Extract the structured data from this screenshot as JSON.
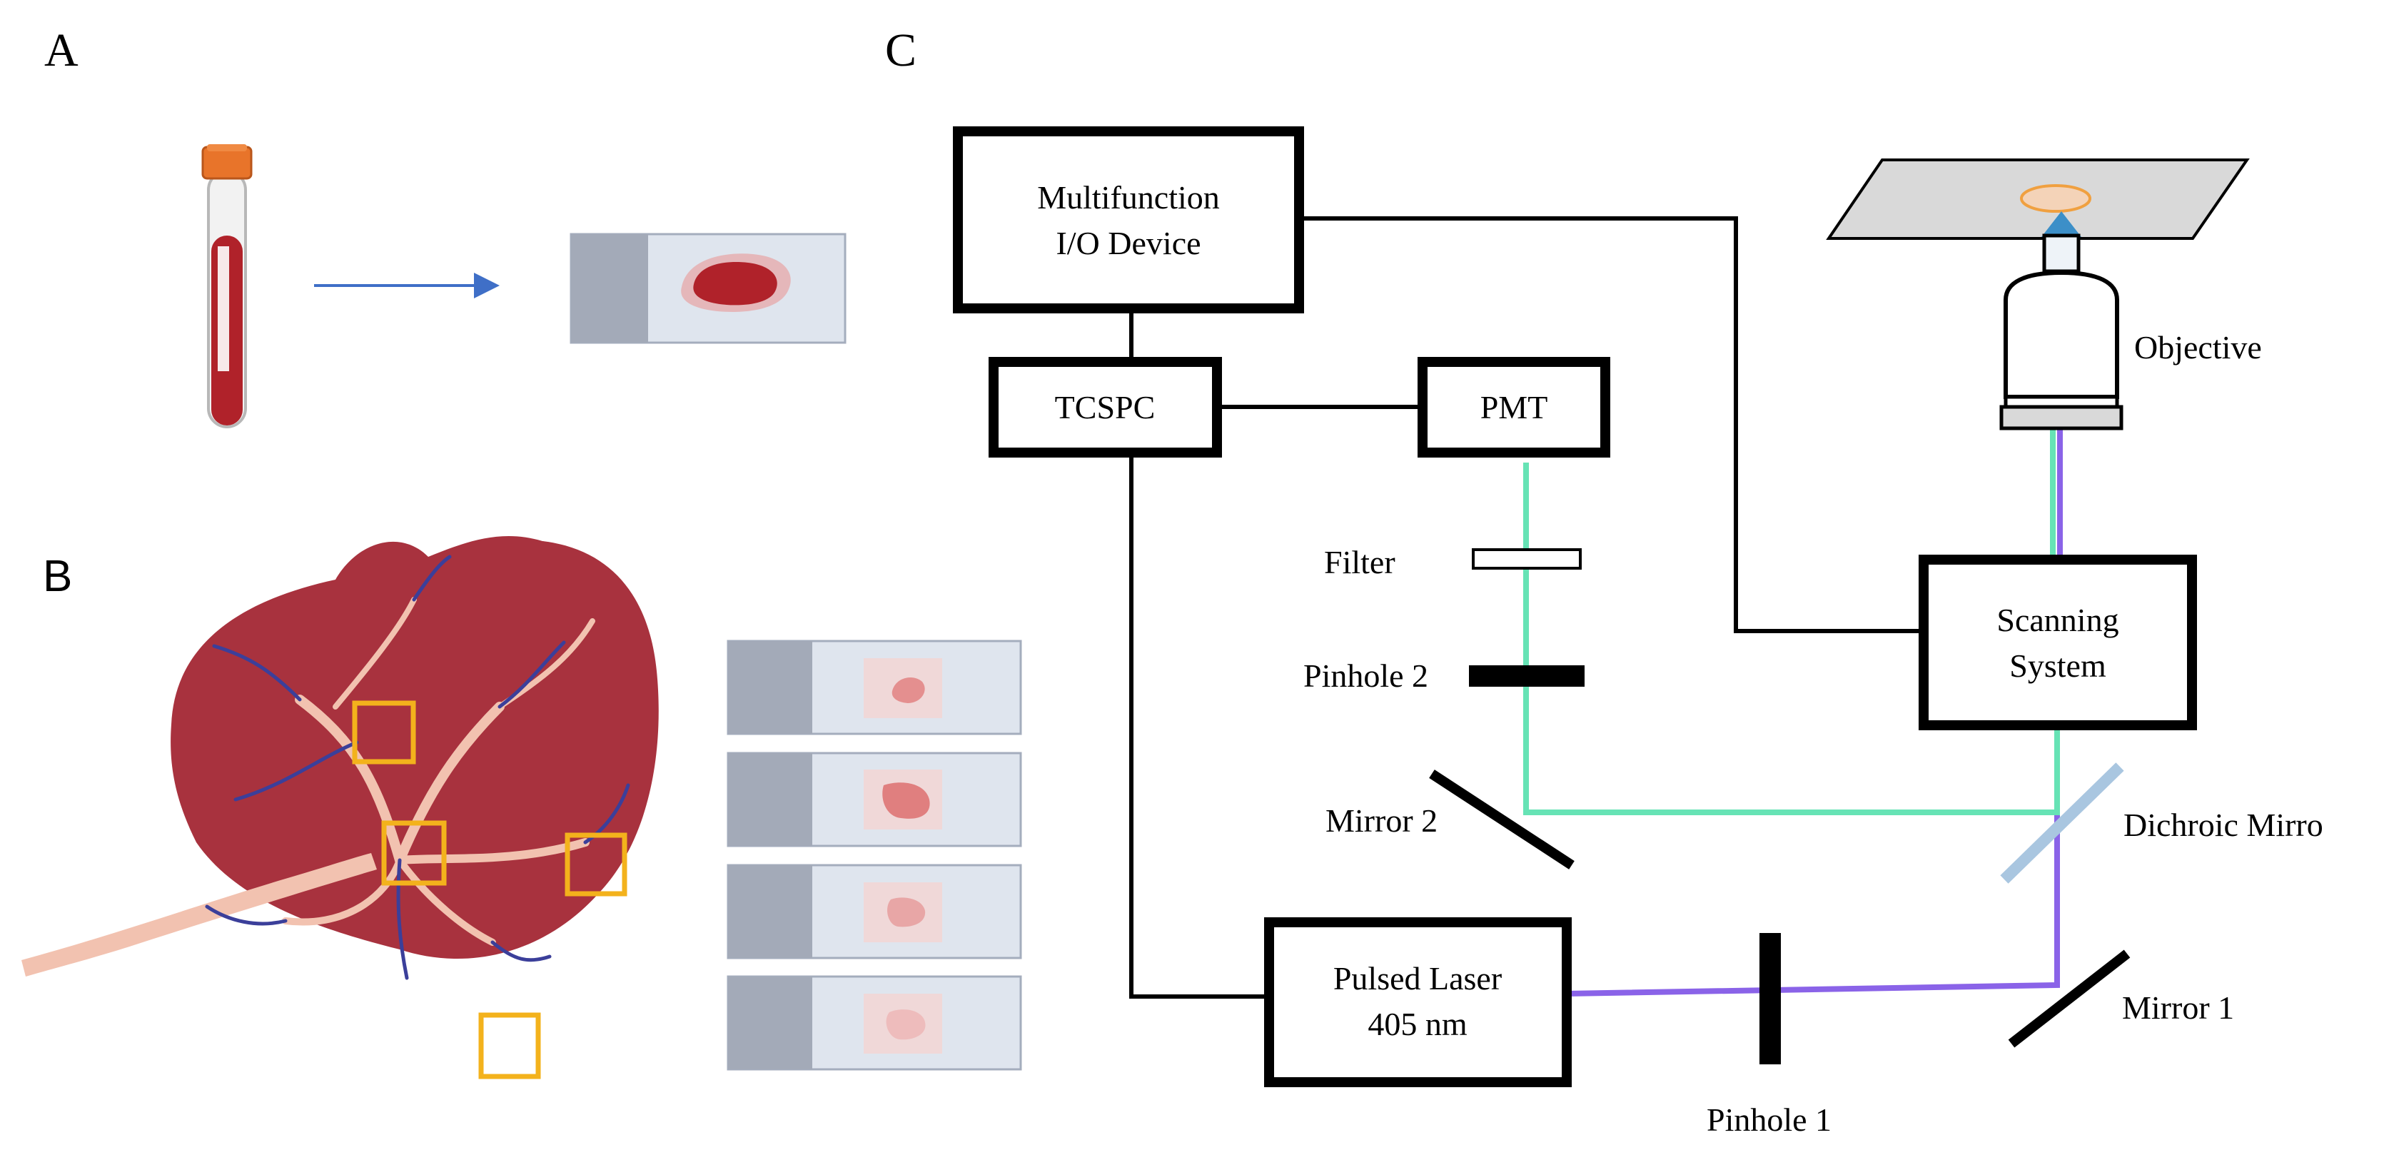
{
  "figure": {
    "panels": {
      "a": {
        "letter": "A"
      },
      "b": {
        "letter": "B",
        "slide_count": 4,
        "roi_count": 4
      },
      "c": {
        "letter": "C"
      }
    },
    "colors": {
      "emission_beam": "#66e3b5",
      "excitation_beam": "#8a63e8",
      "dichroic": "#a9c6e0",
      "blood": "#b0222a",
      "tube_cap": "#e8742a",
      "placenta": "#a8323e",
      "roi_box": "#f3b21c",
      "arrow": "#3f6fc7",
      "slide": "#c4ccda"
    },
    "components": {
      "io_device": {
        "line1": "Multifunction",
        "line2": "I/O Device"
      },
      "tcspc": "TCSPC",
      "pmt": "PMT",
      "laser": {
        "line1": "Pulsed Laser",
        "line2": "405 nm"
      },
      "scanning": {
        "line1": "Scanning",
        "line2": "System"
      },
      "objective": "Objective",
      "filter": "Filter",
      "pinhole2": "Pinhole 2",
      "pinhole1": "Pinhole 1",
      "mirror2": "Mirror 2",
      "mirror1": "Mirror 1",
      "dichroic": "Dichroic Mirro"
    }
  }
}
